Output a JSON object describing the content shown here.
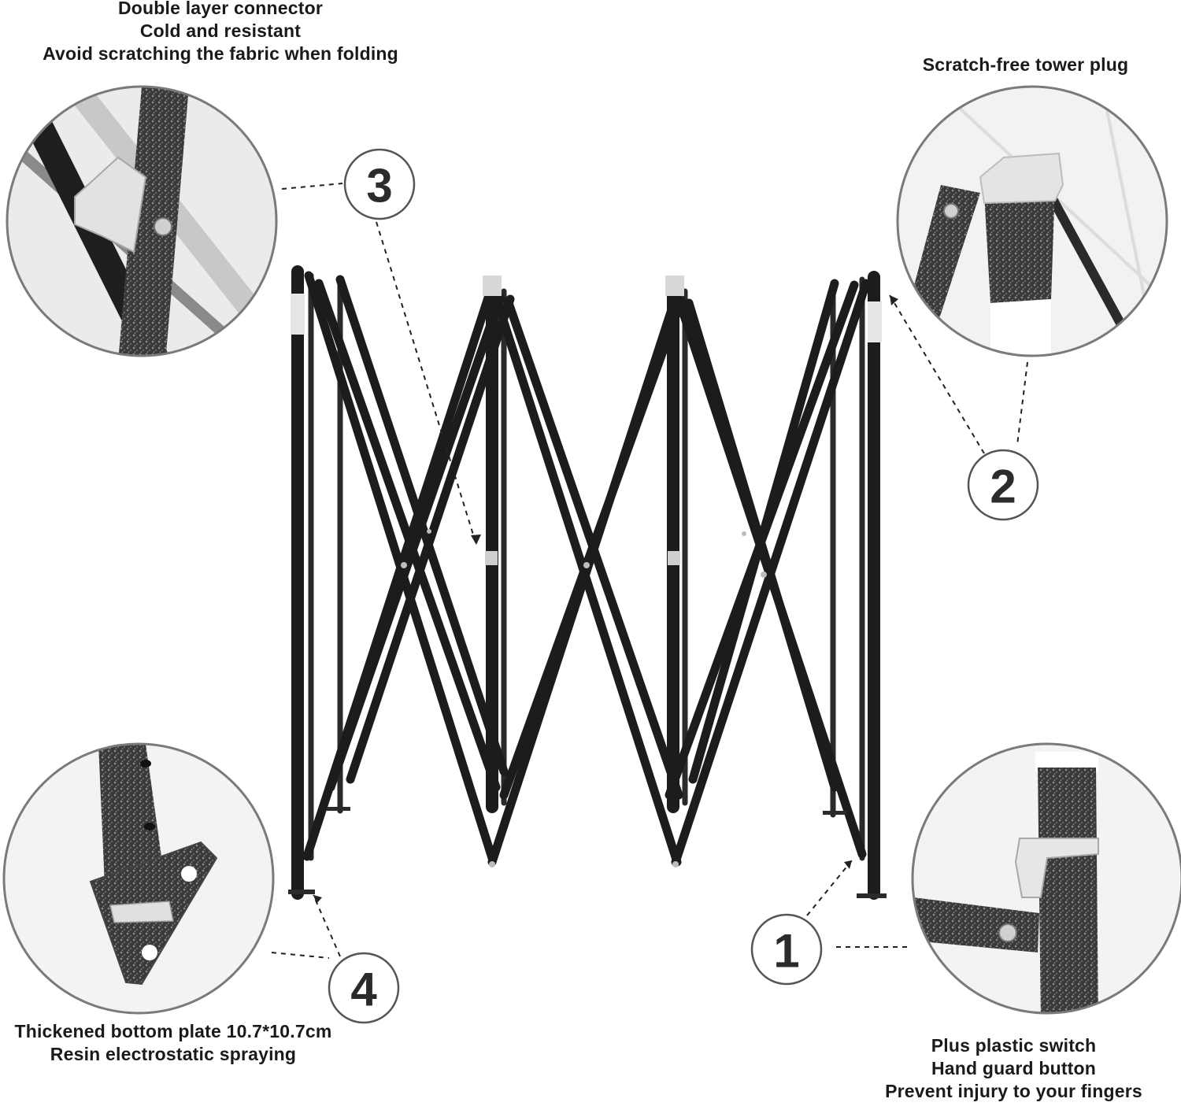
{
  "callouts": [
    {
      "number": "1",
      "lines": [
        "Plus plastic switch",
        "Hand guard button",
        "Prevent injury to your fingers"
      ]
    },
    {
      "number": "2",
      "lines": [
        "Scratch-free tower plug"
      ]
    },
    {
      "number": "3",
      "lines": [
        "Double layer connector",
        "Cold and resistant",
        "Avoid scratching the fabric when folding"
      ]
    },
    {
      "number": "4",
      "lines": [
        "Thickened bottom plate 10.7*10.7cm",
        "Resin electrostatic spraying"
      ]
    }
  ],
  "colors": {
    "frame": "#1c1c1c",
    "plastic": "#e6e6e6",
    "metal_texture": "#3d3d3d",
    "circle_border": "#7a7a7a"
  }
}
